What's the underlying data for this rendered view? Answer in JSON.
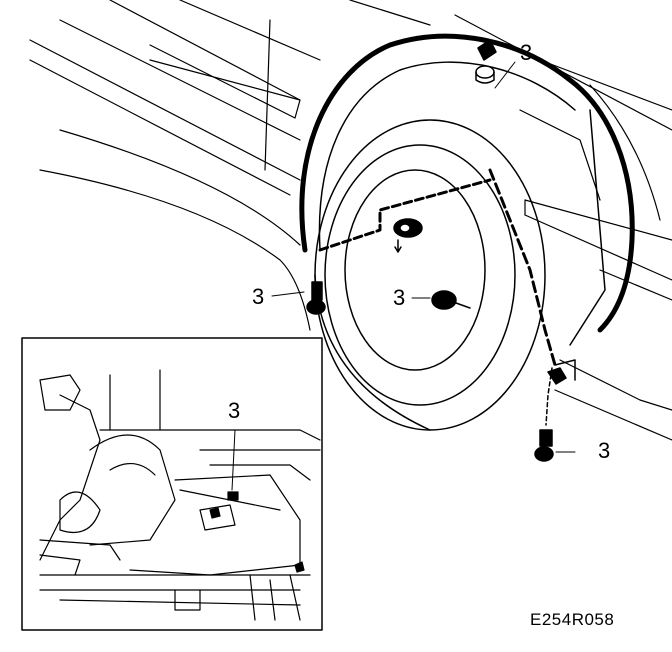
{
  "callouts": {
    "c_top": "3",
    "c_left": "3",
    "c_center": "3",
    "c_bottom_right": "3",
    "c_inset": "3"
  },
  "figure_code": "E254R058",
  "colors": {
    "line": "#000000",
    "background": "#ffffff"
  }
}
